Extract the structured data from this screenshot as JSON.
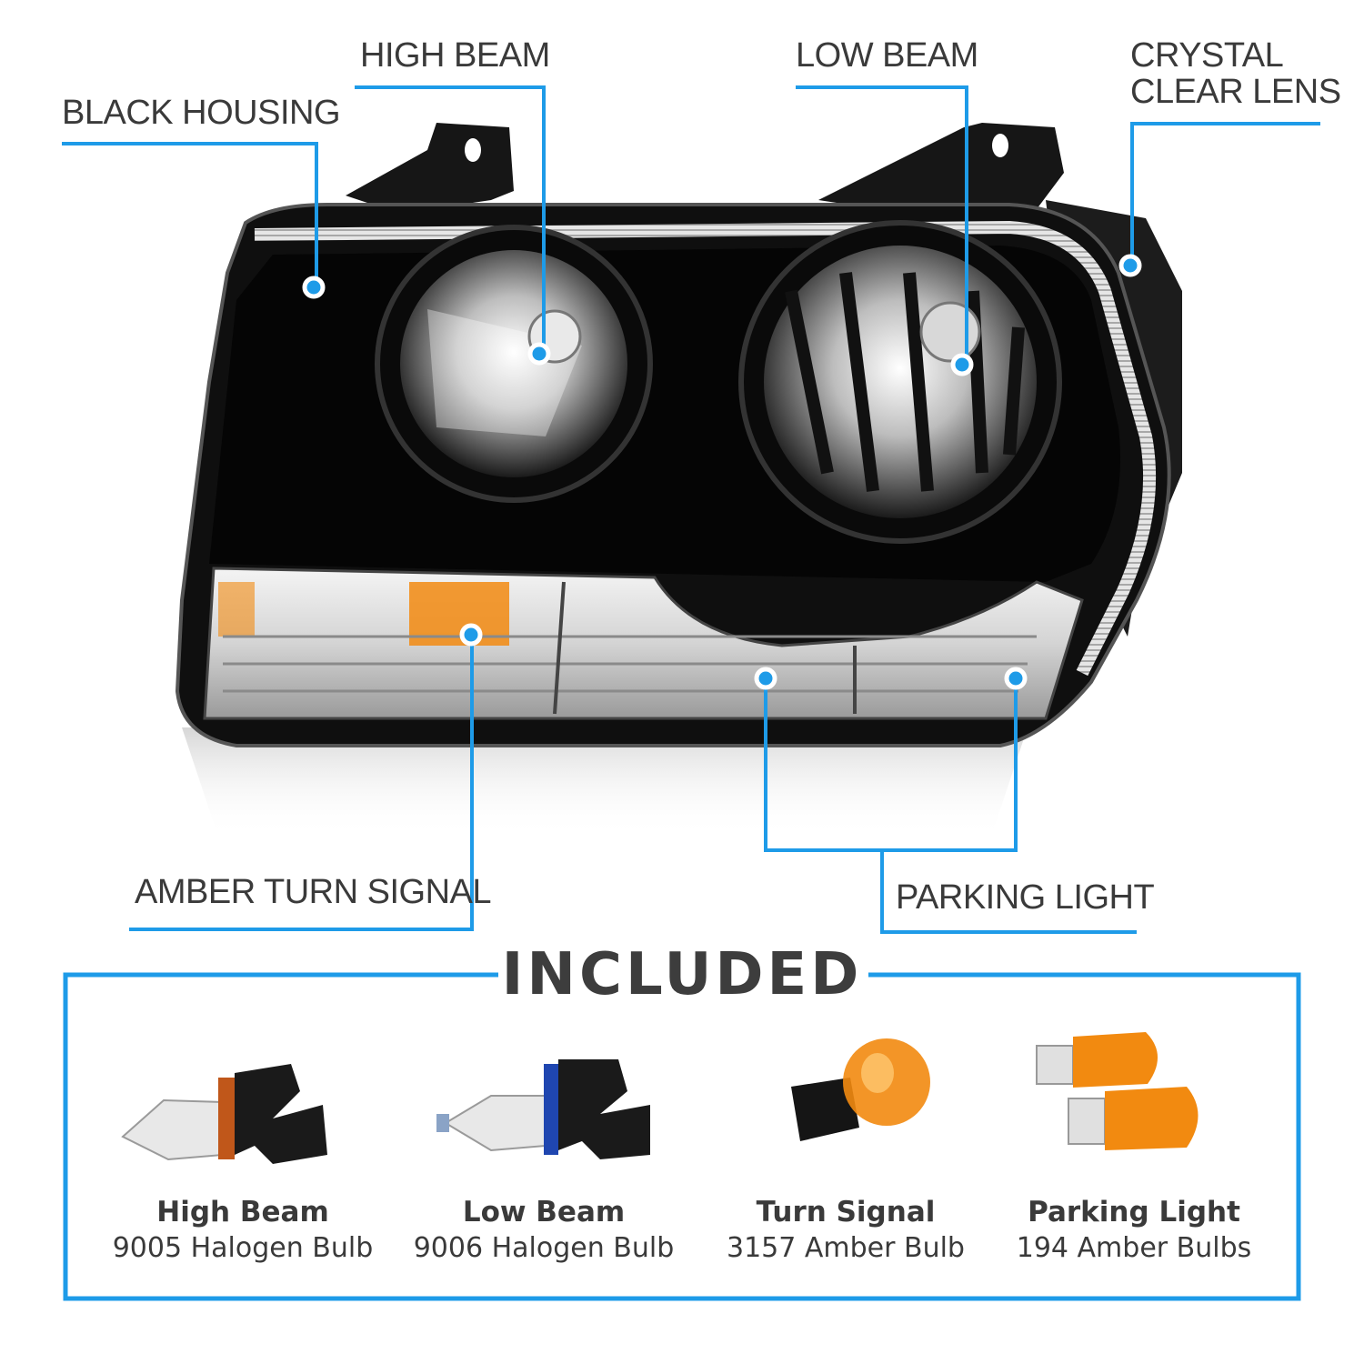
{
  "callouts": {
    "black_housing": "BLACK HOUSING",
    "high_beam": "HIGH BEAM",
    "low_beam": "LOW BEAM",
    "crystal_clear_lens_line1": "CRYSTAL",
    "crystal_clear_lens_line2": "CLEAR LENS",
    "amber_turn_signal": "AMBER TURN SIGNAL",
    "parking_light": "PARKING LIGHT"
  },
  "included": {
    "title": "INCLUDED",
    "bulbs": [
      {
        "name": "High Beam",
        "desc": "9005 Halogen Bulb"
      },
      {
        "name": "Low Beam",
        "desc": "9006 Halogen Bulb"
      },
      {
        "name": "Turn Signal",
        "desc": "3157 Amber Bulb"
      },
      {
        "name": "Parking Light",
        "desc": "194 Amber Bulbs"
      }
    ]
  },
  "colors": {
    "accent": "#1e9be8",
    "text": "#3a3a3a",
    "housing": "#111111",
    "amber": "#f28a10"
  }
}
